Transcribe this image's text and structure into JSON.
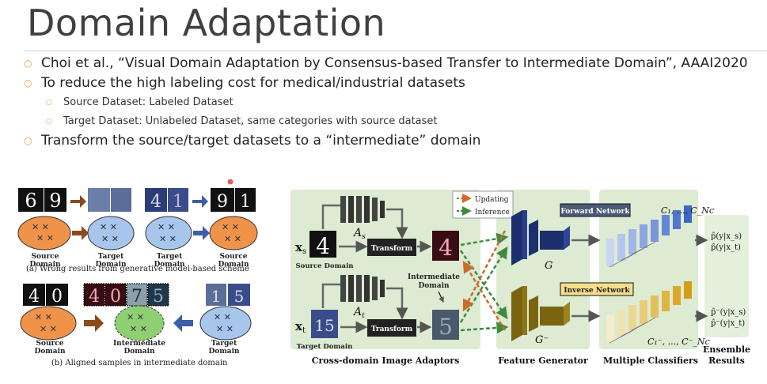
{
  "slide": {
    "title": "Domain Adaptation",
    "bullets": [
      {
        "text": "Choi et al., “Visual Domain Adaptation by Consensus-based Transfer to Intermediate Domain”, AAAI2020",
        "level": 1
      },
      {
        "text": "To reduce the high labeling cost for medical/industrial datasets",
        "level": 1
      },
      {
        "text": "Source Dataset: Labeled Dataset",
        "level": 2
      },
      {
        "text": "Target Dataset: Unlabeled Dataset, same categories with source dataset",
        "level": 2
      },
      {
        "text": "Transform the source/target datasets to a “intermediate” domain",
        "level": 1
      }
    ],
    "bullet_glyph": "○"
  },
  "figure": {
    "left_panel": {
      "top_digits_left": [
        "6",
        "9"
      ],
      "top_digits_right": [
        "4",
        "1"
      ],
      "mid_digits_right": [
        "9",
        "1"
      ],
      "bottom_digits": [
        "4",
        "0"
      ],
      "bottom_mid_digits": [
        "4",
        "0",
        "7",
        "5"
      ],
      "bottom_right_digits": [
        "1",
        "5"
      ],
      "source_domain": "Source\nDomain",
      "target_domain": "Target\nDomain",
      "intermediate_domain": "Intermediate\nDomain",
      "caption_a": "(a)  Wrong results from generative model-based scheme",
      "caption_b": "(b)  Aligned samples in intermediate domain"
    },
    "architecture": {
      "legend_updating": "Updating",
      "legend_inference": "Inference",
      "xs": "x",
      "xs_sub": "s",
      "xt": "x",
      "xt_sub": "t",
      "As": "A",
      "As_sub": "s",
      "At": "A",
      "At_sub": "t",
      "transform": "Transform",
      "source_domain": "Source Domain",
      "target_domain": "Target Domain",
      "intermediate_domain": "Intermediate\nDomain",
      "source_digit": "4",
      "target_digit": "15",
      "inter_top_digit": "4",
      "inter_bottom_digit": "5",
      "G": "G",
      "G_minus": "G⁻",
      "forward_network": "Forward Network",
      "inverse_network": "Inverse Network",
      "c_top": "C₁, ..., C_Nc",
      "c_bottom": "C₁⁻, ..., C⁻_Nc",
      "out_top_1": "p̂(y|x_s)",
      "out_top_2": "p̂(y|x_t)",
      "out_bot_1": "p̂⁻(y|x_s)",
      "out_bot_2": "p̂⁻(y|x_t)",
      "section_adaptors": "Cross-domain Image Adaptors",
      "section_generator": "Feature Generator",
      "section_classifiers": "Multiple Classifiers",
      "section_ensemble": "Ensemble\nResults"
    },
    "colors": {
      "orange_blob": "#f0934a",
      "blue_blob": "#a8c6ec",
      "green_blob": "#8fcf74",
      "navy": "#1c2f6e",
      "olive": "#7a6410",
      "panel_green": "#dcebd2",
      "arrow_brown": "#8a4a1c",
      "arrow_blue": "#3d5ea8",
      "updating": "#cc6a2a",
      "inference": "#3f8a3f"
    }
  }
}
